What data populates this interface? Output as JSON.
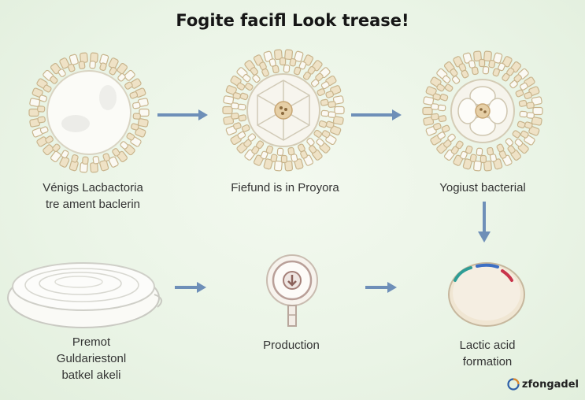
{
  "title": "Fogite facifl Look trease!",
  "steps": {
    "s1": [
      "Vénigs Lacbactoria",
      "tre ament baclerin"
    ],
    "s2": [
      "Fiefund is in Proyora"
    ],
    "s3": [
      "Yogiust bacterial"
    ],
    "s4": [
      "Premot",
      "Guldariestonl",
      "batkel akeli"
    ],
    "s5": [
      "Production"
    ],
    "s6": [
      "Lactic acid",
      "formation"
    ]
  },
  "watermark": "zfongadel",
  "colors": {
    "arrow": "#6e8fb8",
    "cell_outline": "#c8b48c",
    "cell_fill": "#efe2c6"
  },
  "icons": {
    "cell1": "bacteria-cell-icon",
    "cell2": "bacteria-cluster-icon",
    "cell3": "bacteria-cluster-icon",
    "dish": "petri-dish-icon",
    "production": "production-flask-icon",
    "acid": "lactic-acid-dish-icon"
  }
}
